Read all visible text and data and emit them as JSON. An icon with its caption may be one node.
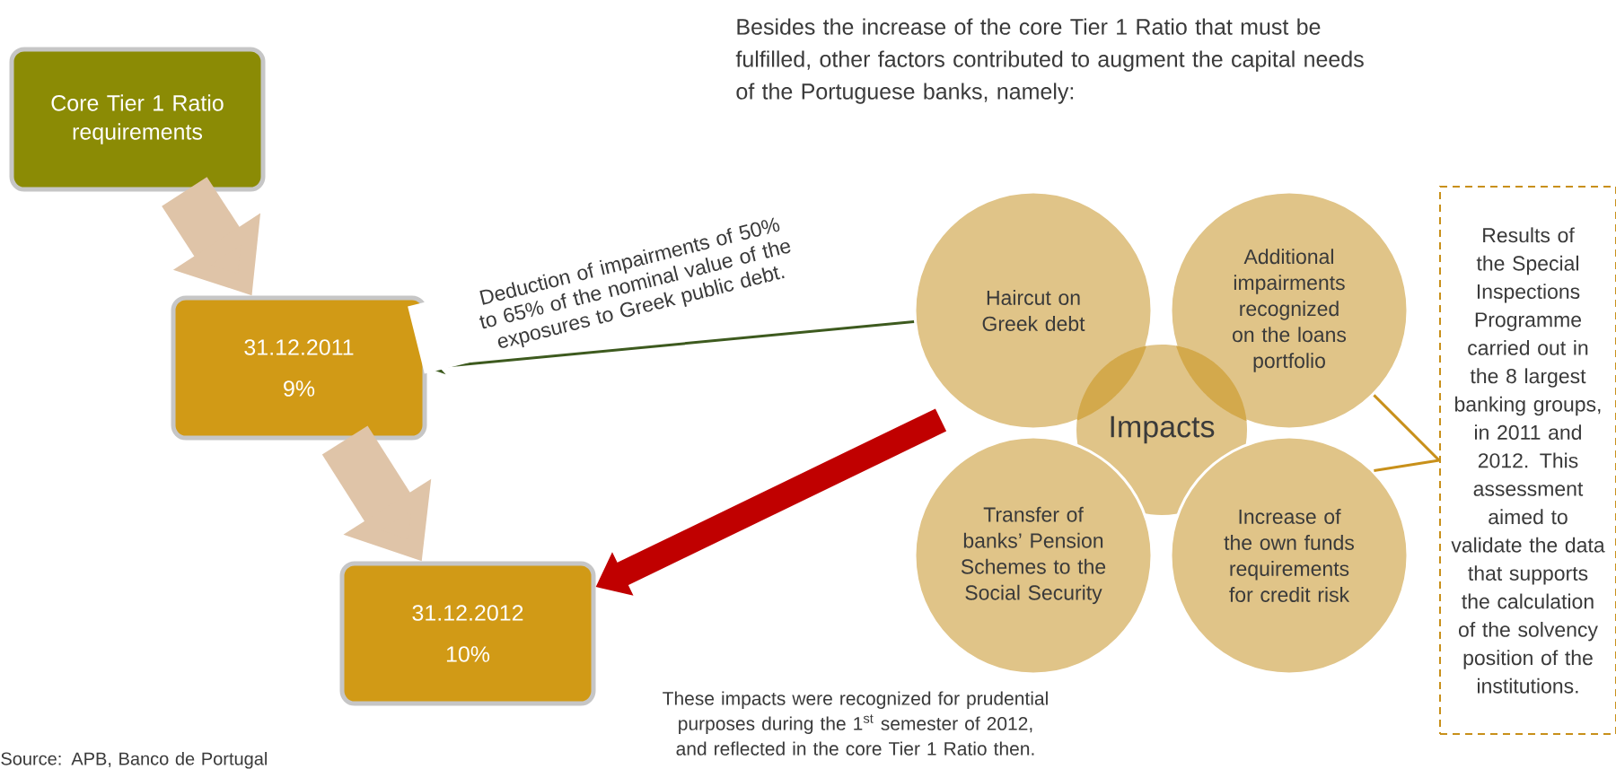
{
  "diagram": {
    "nodes": [
      {
        "text": [
          "Core Tier 1 Ratio requirements"
        ]
      },
      {
        "text": [
          "31.12.2011",
          "9%"
        ]
      },
      {
        "text": [
          "31.12.2012",
          "10%"
        ]
      },
      {
        "text": [
          "Haircut on Greek debt"
        ]
      },
      {
        "text": [
          "Additional impairments recognized on the loans portfolio"
        ]
      },
      {
        "text": [
          "Impacts"
        ]
      },
      {
        "text": [
          "Transfer of banks’ Pension Schemes to the Social Security"
        ]
      },
      {
        "text": [
          "Increase of the own funds requirements for credit risk"
        ]
      },
      {
        "text": [
          "Results of the Special Inspections Programme carried out in the 8 largest banking groups, in 2011 and 2012. This assessment aimed to validate the data that supports the calculation of the solvency position of the institutions."
        ]
      }
    ],
    "edges": [
      {
        "from": 0,
        "to": 1,
        "arrow": "to",
        "style": "thick",
        "color": "#dfc4a8"
      },
      {
        "from": 1,
        "to": 2,
        "arrow": "to",
        "style": "thick",
        "color": "#dfc4a8"
      },
      {
        "from": 3,
        "to": 1,
        "arrow": "to",
        "label": "Deduction of impairments of 50% to 65% of the nominal value of the exposures to Greek public debt.",
        "color": "#3d5a1e"
      },
      {
        "from": null,
        "to": 2,
        "arrow": "to",
        "style": "thick",
        "color": "#c00000"
      },
      {
        "from": 4,
        "to": 8,
        "arrow": "none",
        "color": "#c8901a"
      },
      {
        "from": 7,
        "to": 8,
        "arrow": "none",
        "color": "#c8901a"
      }
    ],
    "labels": [
      "Besides the increase of the core Tier 1 Ratio that must be fulfilled, other factors contributed to augment the capital needs of the Portuguese banks, namely:",
      "These impacts were recognized for prudential purposes during the 1$^{st}$ semester of 2012, and reflected in the core Tier 1 Ratio then.",
      "Source: APB, Banco de Portugal"
    ]
  }
}
